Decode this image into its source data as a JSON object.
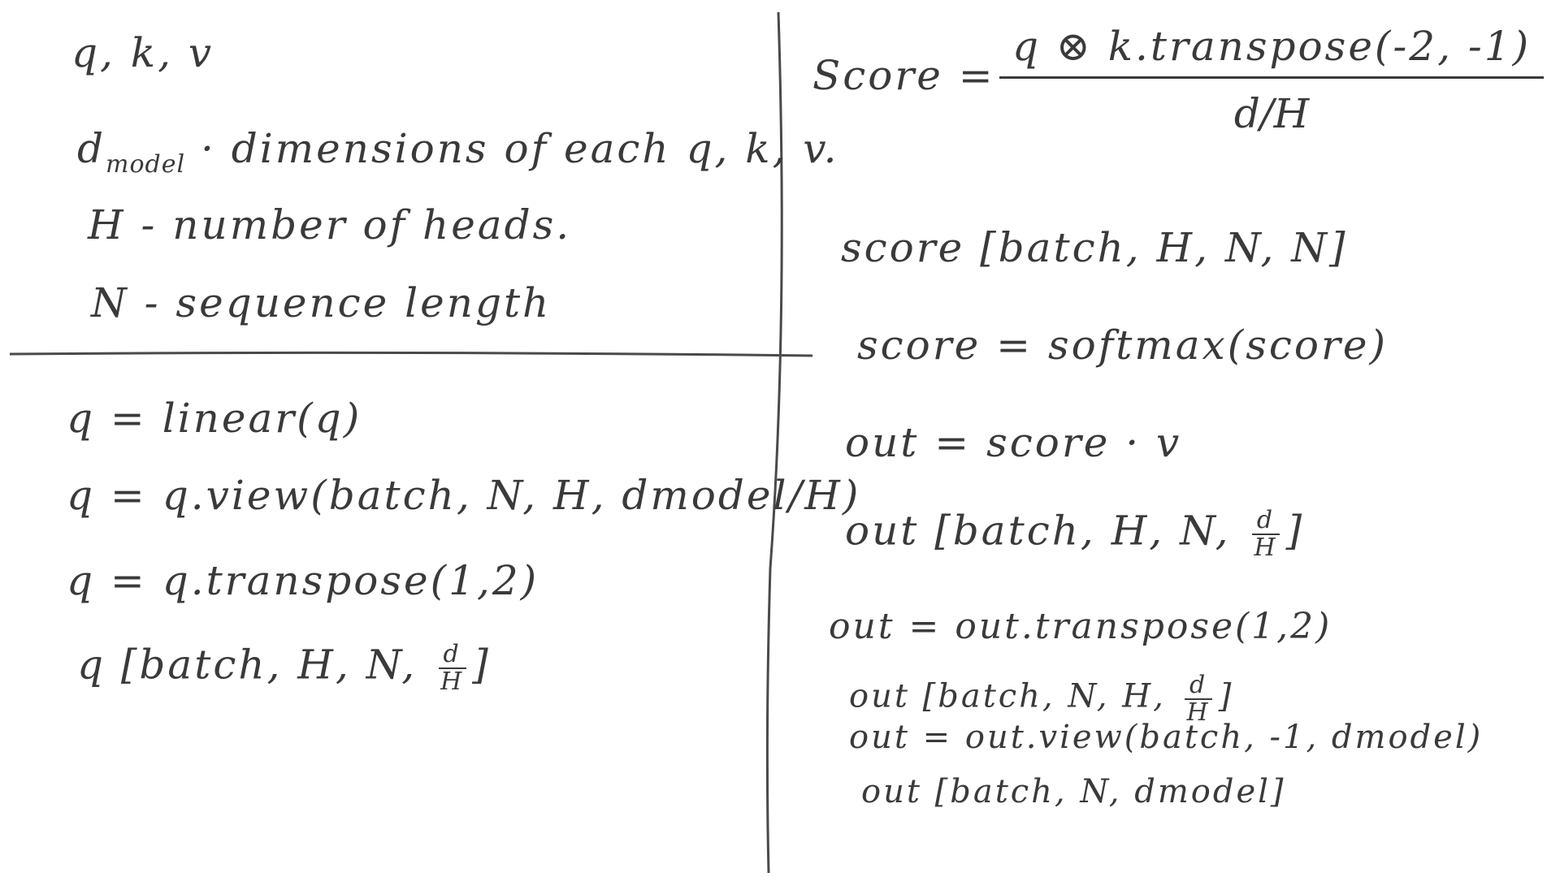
{
  "left_top": {
    "vars": "q, k, v",
    "dmodel_prefix": "d",
    "dmodel_sub": "model",
    "dmodel_desc": "· dimensions  of  each  q, k, v.",
    "heads_line": "H -  number of  heads.",
    "seq_line": "N -  sequence  length"
  },
  "left_bottom": {
    "line1": "q = linear(q)",
    "line2": "q = q.view(batch, N, H, dmodel/H)",
    "line3": "q = q.transpose(1,2)",
    "line4_prefix": "q [batch, H, N,",
    "line4_num": "d",
    "line4_den": "H",
    "line4_suffix": "]"
  },
  "right": {
    "score_label": "Score  =",
    "score_num": "q ⊗ k.transpose(-2, -1)",
    "score_den": "d/H",
    "score_shape": "score [batch, H, N, N]",
    "softmax": "score = softmax(score)",
    "out_eq": "out = score · v",
    "out_shape_prefix": "out [batch, H, N,",
    "out_shape_num": "d",
    "out_shape_den": "H",
    "out_shape_suffix": "]",
    "out_transpose": "out = out.transpose(1,2)",
    "out_shape2_prefix": "out [batch, N, H,",
    "out_shape2_num": "d",
    "out_shape2_den": "H",
    "out_shape2_suffix": "]",
    "out_view": "out = out.view(batch, -1, dmodel)",
    "out_final": "out [batch, N, dmodel]"
  }
}
